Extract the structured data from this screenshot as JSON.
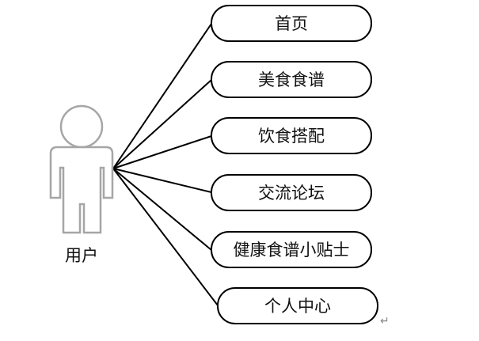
{
  "actor": {
    "label": "用户"
  },
  "use_cases": [
    {
      "label": "首页"
    },
    {
      "label": "美食食谱"
    },
    {
      "label": "饮食搭配"
    },
    {
      "label": "交流论坛"
    },
    {
      "label": "健康食谱小贴士"
    },
    {
      "label": "个人中心"
    }
  ],
  "colors": {
    "stroke": "#000000",
    "actor_outline": "#a6a6a6",
    "text": "#111111"
  },
  "paragraph_mark": "↵"
}
